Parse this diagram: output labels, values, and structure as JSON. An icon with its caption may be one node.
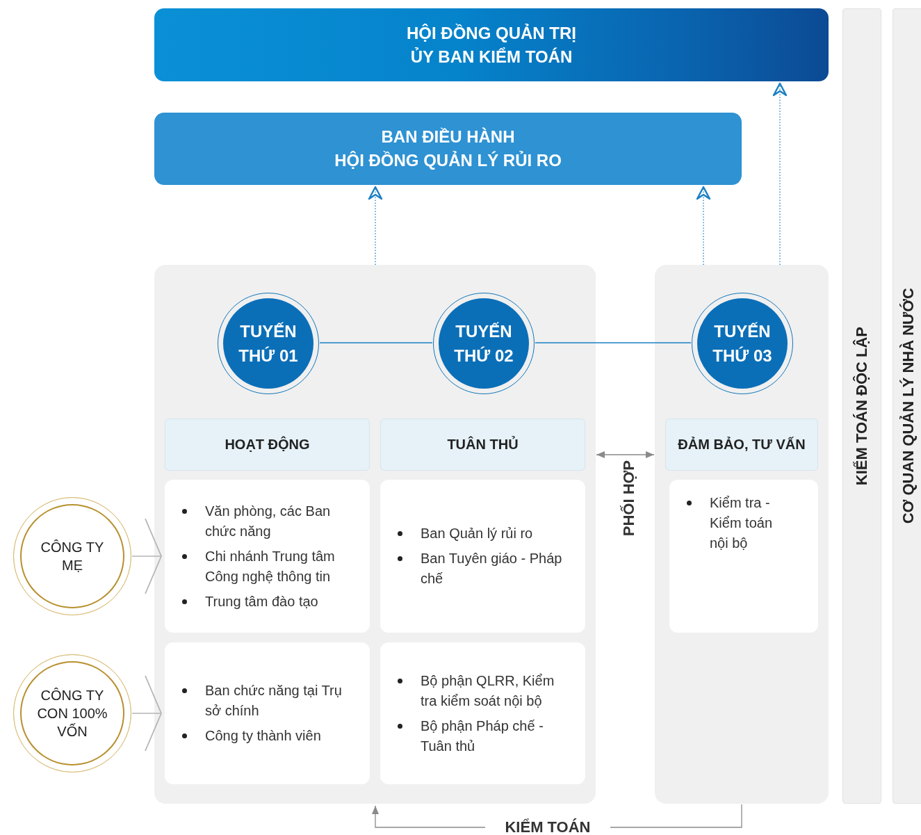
{
  "diagram": {
    "nodes": [
      {
        "text": [
          "HỘI ĐỒNG QUẢN TRỊ",
          "ỦY BAN KIỂM TOÁN"
        ]
      },
      {
        "text": [
          "BAN ĐIỀU HÀNH",
          "HỘI ĐỒNG QUẢN LÝ RỦI RO"
        ]
      },
      {
        "text": [],
        "shape": "box"
      },
      {
        "text": [],
        "shape": "box"
      },
      {
        "text": [
          "TUYẾN THỨ 01"
        ],
        "in": 2
      },
      {
        "text": [
          "TUYẾN THỨ 02"
        ],
        "in": 2
      },
      {
        "text": [
          "TUYẾN THỨ 03"
        ],
        "in": 3
      },
      {
        "text": [
          "HOẠT ĐỘNG"
        ],
        "in": 2
      },
      {
        "text": [
          "TUÂN THỦ"
        ],
        "in": 2
      },
      {
        "text": [
          "ĐẢM BẢO, TƯ VẤN"
        ],
        "in": 3
      },
      {
        "text": [
          "Văn phòng, các Ban chức năng",
          "Chi nhánh Trung tâm Công nghệ thông tin",
          "Trung tâm đào tạo"
        ],
        "in": 2
      },
      {
        "text": [
          "Ban Quản lý rủi ro",
          "Ban Tuyên giáo - Pháp chế"
        ],
        "in": 2
      },
      {
        "text": [
          "Kiểm tra - Kiểm toán nội bộ"
        ],
        "in": 3
      },
      {
        "text": [
          "Ban chức năng tại Trụ sở chính",
          "Công ty thành viên"
        ],
        "in": 2
      },
      {
        "text": [
          "Bộ phận QLRR, Kiểm tra kiểm soát nội bộ",
          "Bộ phận Pháp chế - Tuân thủ"
        ],
        "in": 2
      },
      {
        "text": [
          "CÔNG TY MẸ"
        ]
      },
      {
        "text": [
          "CÔNG TY CON 100% VỐN"
        ]
      },
      {
        "text": [
          "KIỂM TOÁN ĐỘC LẬP"
        ]
      },
      {
        "text": [
          "CƠ QUAN QUẢN LÝ NHÀ NƯỚC"
        ]
      }
    ],
    "edges": [
      {
        "from": 2,
        "to": 1,
        "arrow": "to",
        "style": "dashed"
      },
      {
        "from": 3,
        "to": 1,
        "arrow": "to",
        "style": "dashed"
      },
      {
        "from": 3,
        "to": 0,
        "arrow": "to",
        "style": "dashed"
      },
      {
        "from": 4,
        "to": 5,
        "arrow": "none"
      },
      {
        "from": 5,
        "to": 6,
        "arrow": "none"
      },
      {
        "from": 2,
        "to": 3,
        "arrow": "both",
        "label": "PHỐI HỢP",
        "color": "#8a8a8a"
      },
      {
        "from": 3,
        "to": 2,
        "arrow": "to",
        "label": "KIỂM TOÁN",
        "color": "#8a8a8a"
      },
      {
        "from": 15,
        "to": 2,
        "arrow": "to",
        "color": "#b5b5b5"
      },
      {
        "from": 16,
        "to": 2,
        "arrow": "to",
        "color": "#b5b5b5"
      }
    ]
  }
}
